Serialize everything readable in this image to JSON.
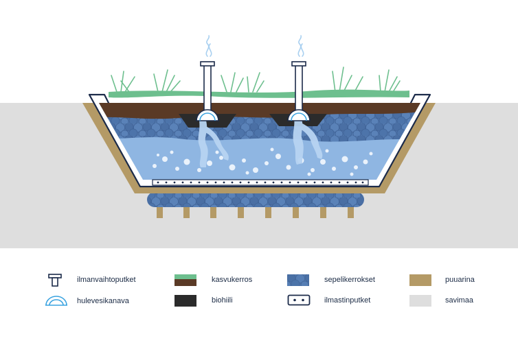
{
  "legend": {
    "ventilation_pipes": {
      "label": "ilmanvaihtoputket",
      "icon": "ventilation-pipe-icon"
    },
    "stormwater_channel": {
      "label": "hulevesikanava",
      "icon": "stormwater-channel-icon"
    },
    "growing_layer": {
      "label": "kasvukerros",
      "color": "#6dbf8e"
    },
    "biochar": {
      "label": "biohiili",
      "color": "#2b2b2b"
    },
    "gravel_layers": {
      "label": "sepelikerrokset",
      "color": "#4a72a8"
    },
    "air_pipes": {
      "label": "ilmastinputket",
      "icon": "air-pipe-icon"
    },
    "wood_chips": {
      "label": "puuarina",
      "color": "#b49a66"
    },
    "clay_soil": {
      "label": "savimaa",
      "color": "#dedede"
    }
  },
  "colors": {
    "background_soil": "#dedede",
    "water": "#8fb6e2",
    "gravel": "#4a72a8",
    "topsoil": "#5a3a26",
    "grass": "#6dbf8e",
    "wood": "#b49a66",
    "outline": "#1b2a49"
  }
}
